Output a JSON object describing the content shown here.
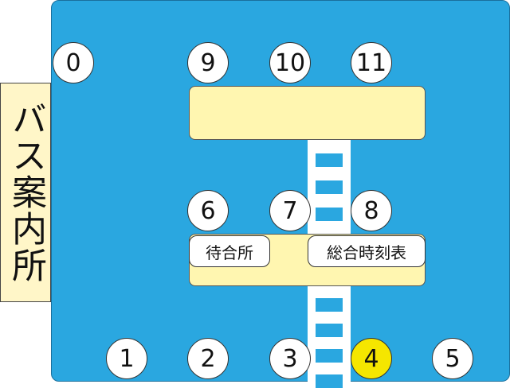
{
  "info_sign": {
    "label": "バス案内所"
  },
  "stops": [
    {
      "label": "0"
    },
    {
      "label": "1"
    },
    {
      "label": "2"
    },
    {
      "label": "3"
    },
    {
      "label": "4",
      "highlighted": true
    },
    {
      "label": "5"
    },
    {
      "label": "6"
    },
    {
      "label": "7"
    },
    {
      "label": "8"
    },
    {
      "label": "9"
    },
    {
      "label": "10"
    },
    {
      "label": "11"
    }
  ],
  "facilities": {
    "waiting_room": "待合所",
    "timetable": "総合時刻表"
  },
  "colors": {
    "terminal_area": "#2aa7e0",
    "platform": "#fff6b0",
    "info_sign": "#fff6c8",
    "highlight_stop": "#f5e600",
    "stop": "#ffffff"
  }
}
